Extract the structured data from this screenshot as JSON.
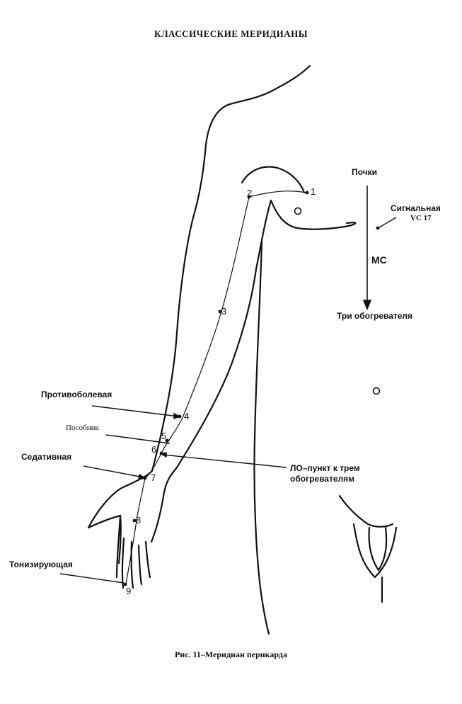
{
  "header": {
    "title": "КЛАССИЧЕСКИЕ МЕРИДИАНЫ"
  },
  "caption": {
    "text": "Рис. 11–Меридиан перикарда"
  },
  "flow": {
    "top": "Почки",
    "middle": "МС",
    "bottom": "Три обогревателя"
  },
  "signal": {
    "label": "Сигнальная",
    "code": "VC 17"
  },
  "points": {
    "p1": "1",
    "p2": "2",
    "p3": "3",
    "p4": "4",
    "p5": "5",
    "p6": "6",
    "p7": "7",
    "p8": "8",
    "p9": "9"
  },
  "annotations": {
    "antipain": "Противоболевая",
    "helper": "Пособник",
    "sedative": "Седативная",
    "tonifying": "Тонизирующая",
    "lo_line1": "ЛО–пункт к трем",
    "lo_line2": "обогревателям"
  }
}
